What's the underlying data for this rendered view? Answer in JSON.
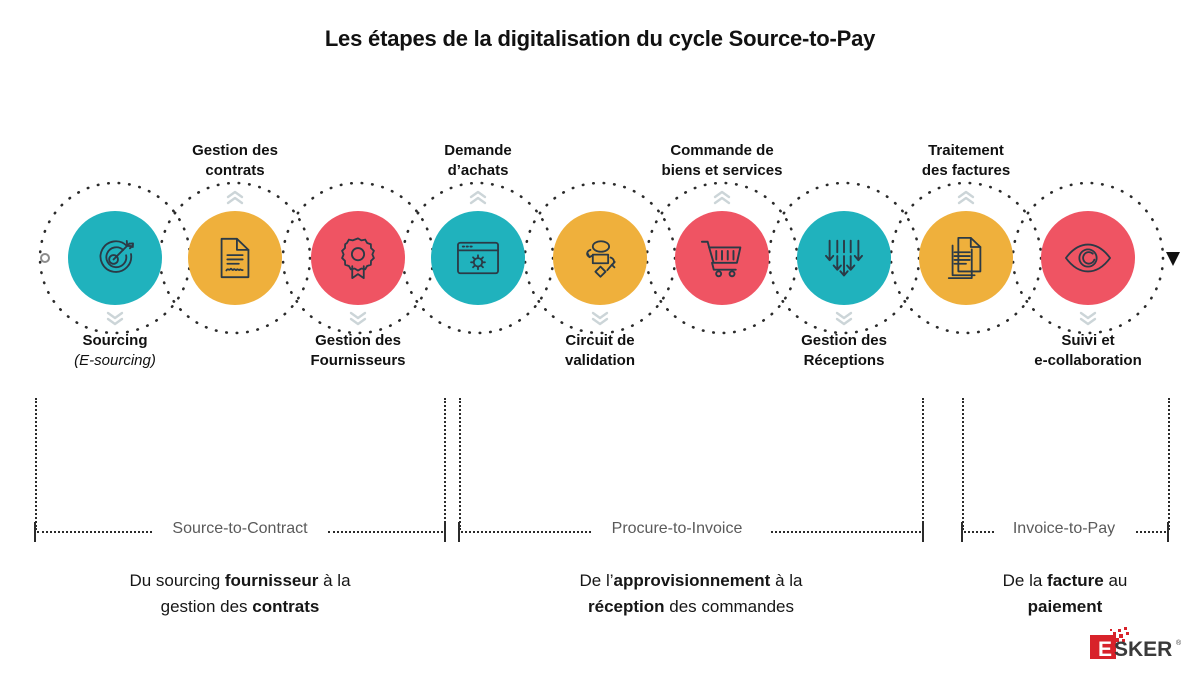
{
  "title": "Les étapes de la digitalisation du cycle Source-to-Pay",
  "colors": {
    "teal": "#20b2bd",
    "yellow": "#efb03c",
    "red": "#ef5463",
    "icon_stroke": "#2b3a46",
    "dotted": "#2b2b2b",
    "chevron": "#ccd5d8",
    "phase_text": "#5a5a5a",
    "logo_red": "#d8222a"
  },
  "steps": [
    {
      "id": "sourcing",
      "color_name": "teal",
      "icon": "target-arrow-icon",
      "label_position": "below",
      "line1": "Sourcing",
      "line2": "(E-sourcing)",
      "line2_italic": true
    },
    {
      "id": "gestion-des-contrats",
      "color_name": "yellow",
      "icon": "signed-document-icon",
      "label_position": "above",
      "line1": "Gestion des",
      "line2": "contrats",
      "line2_italic": false
    },
    {
      "id": "gestion-des-fournisseurs",
      "color_name": "red",
      "icon": "gear-badge-icon",
      "label_position": "below",
      "line1": "Gestion des",
      "line2": "Fournisseurs",
      "line2_italic": false
    },
    {
      "id": "demande-d-achats",
      "color_name": "teal",
      "icon": "browser-gear-icon",
      "label_position": "above",
      "line1": "Demande",
      "line2": "d’achats",
      "line2_italic": false
    },
    {
      "id": "circuit-de-validation",
      "color_name": "yellow",
      "icon": "workflow-icon",
      "label_position": "below",
      "line1": "Circuit de",
      "line2": "validation",
      "line2_italic": false
    },
    {
      "id": "commande-de-biens-et-services",
      "color_name": "red",
      "icon": "shopping-cart-icon",
      "label_position": "above",
      "line1": "Commande de",
      "line2": "biens et services",
      "line2_italic": false
    },
    {
      "id": "gestion-des-receptions",
      "color_name": "teal",
      "icon": "down-arrows-icon",
      "label_position": "below",
      "line1": "Gestion des",
      "line2": "Réceptions",
      "line2_italic": false
    },
    {
      "id": "traitement-des-factures",
      "color_name": "yellow",
      "icon": "documents-stack-icon",
      "label_position": "above",
      "line1": "Traitement",
      "line2": "des factures",
      "line2_italic": false
    },
    {
      "id": "suivi-et-e-collaboration",
      "color_name": "red",
      "icon": "eye-icon",
      "label_position": "below",
      "line1": "Suivi et",
      "line2": "e-collaboration",
      "line2_italic": false
    }
  ],
  "phases": [
    {
      "id": "source-to-contract",
      "label": "Source-to-Contract",
      "caption_line1_pre": "Du sourcing ",
      "caption_line1_bold": "fournisseur",
      "caption_line1_post": " à la",
      "caption_line2_pre": "gestion des ",
      "caption_line2_bold": "contrats",
      "caption_line2_post": ""
    },
    {
      "id": "procure-to-invoice",
      "label": "Procure-to-Invoice",
      "caption_line1_pre": "De l’",
      "caption_line1_bold": "approvisionnement",
      "caption_line1_post": " à la",
      "caption_line2_pre": "",
      "caption_line2_bold": "réception",
      "caption_line2_post": " des commandes"
    },
    {
      "id": "invoice-to-pay",
      "label": "Invoice-to-Pay",
      "caption_line1_pre": "De la ",
      "caption_line1_bold": "facture",
      "caption_line1_post": " au",
      "caption_line2_pre": "",
      "caption_line2_bold": "paiement",
      "caption_line2_post": ""
    }
  ],
  "logo": {
    "letter": "E",
    "word": "SKER",
    "trademark": "®"
  }
}
